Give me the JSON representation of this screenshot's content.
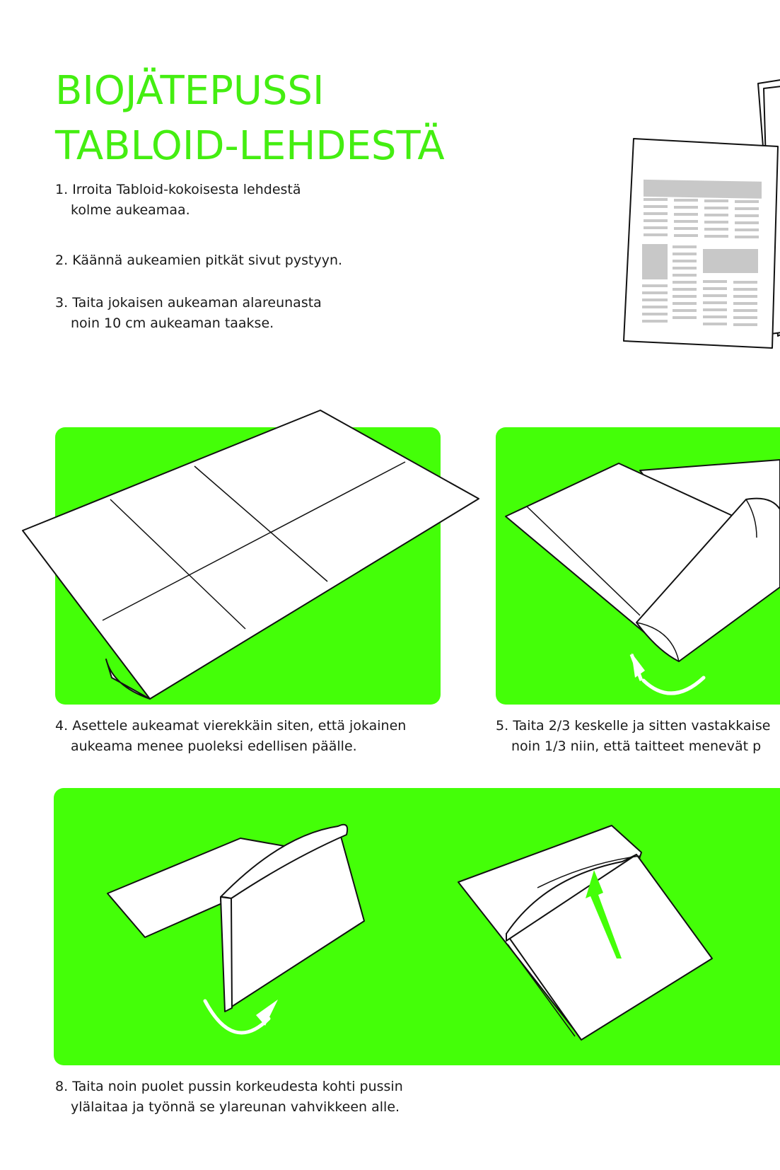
{
  "title": {
    "line1": "BIOJÄTEPUSSI",
    "line2": "TABLOID-LEHDESTÄ"
  },
  "colors": {
    "accent": "#44ff08",
    "title": "#44ee11"
  },
  "steps": [
    {
      "num": "1.",
      "line1": "Irroita Tabloid-kokoisesta lehdestä",
      "line2": "kolme aukeamaa."
    },
    {
      "num": "2.",
      "line1": "Käännä aukeamien pitkät sivut pystyyn.",
      "line2": ""
    },
    {
      "num": "3.",
      "line1": "Taita jokaisen aukeaman alareunasta",
      "line2": "noin 10 cm aukeaman taakse."
    },
    {
      "num": "4.",
      "line1": "Asettele aukeamat vierekkäin siten, että jokainen",
      "line2": "aukeama menee puoleksi edellisen päälle."
    },
    {
      "num": "5.",
      "line1": "Taita 2/3 keskelle ja sitten vastakkaise",
      "line2": "noin 1/3 niin, että taitteet menevät p"
    },
    {
      "num": "8.",
      "line1": "Taita noin puolet pussin korkeudesta kohti pussin",
      "line2": "ylälaitaa ja työnnä se ylareunan vahvikkeen alle."
    }
  ],
  "illustrations": {
    "newspaper": "newspaper-icon",
    "step4": "unfolded-sheets-illustration",
    "step5": "folding-sides-illustration",
    "step8a": "folding-bottom-illustration",
    "step8b": "tucking-flap-illustration",
    "arrows": "curved-arrow-icon"
  }
}
